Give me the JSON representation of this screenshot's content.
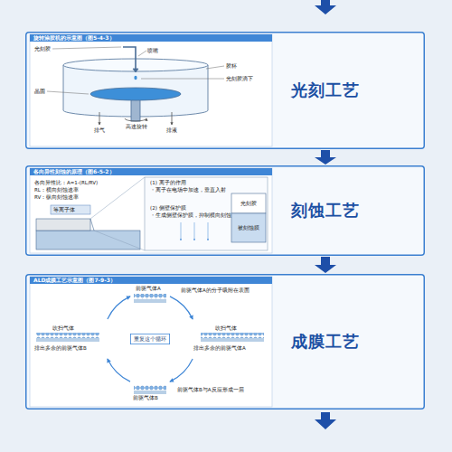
{
  "diagram": {
    "nodes": [
      {
        "text": [
          "光刻工艺"
        ]
      },
      {
        "text": [
          "旋转涂胶机的示意图（图5-4-3）"
        ],
        "in": 0
      },
      {
        "text": [
          "刻蚀工艺"
        ]
      },
      {
        "text": [
          "各向异性刻蚀的原理（图6-5-2）"
        ],
        "in": 2
      },
      {
        "text": [
          "成膜工艺"
        ]
      },
      {
        "text": [
          "ALD成膜工艺示意图（图7-9-3）"
        ],
        "in": 4
      },
      {
        "text": [
          "重复这个循环"
        ],
        "in": 5
      }
    ],
    "edges": [
      {
        "from": 0,
        "to": 2,
        "arrow": "to"
      },
      {
        "from": 2,
        "to": 4,
        "arrow": "to"
      }
    ],
    "labels": [
      "光刻胶",
      "喷嘴",
      "胶杯",
      "光刻胶滴下",
      "晶圆",
      "排气",
      "高速旋转",
      "排液",
      "各向异性比：A=1-(RL/RV)",
      "RL：横向刻蚀速率",
      "RV：纵向刻蚀速率",
      "等离子体",
      "(1) 离子的作用",
      "・离子在电场中加速，垂直入射",
      "(2) 侧壁保护膜",
      "・生成侧壁保护膜，抑制横向刻蚀",
      "光刻胶",
      "被刻蚀膜",
      "前驱气体A",
      "前驱气体A的分子吸附在表面",
      "吹扫气体",
      "排出多余的前驱气体A",
      "前驱气体B",
      "前驱气体B与A反应形成一层",
      "吹扫气体",
      "排出多余的前驱气体B"
    ]
  }
}
